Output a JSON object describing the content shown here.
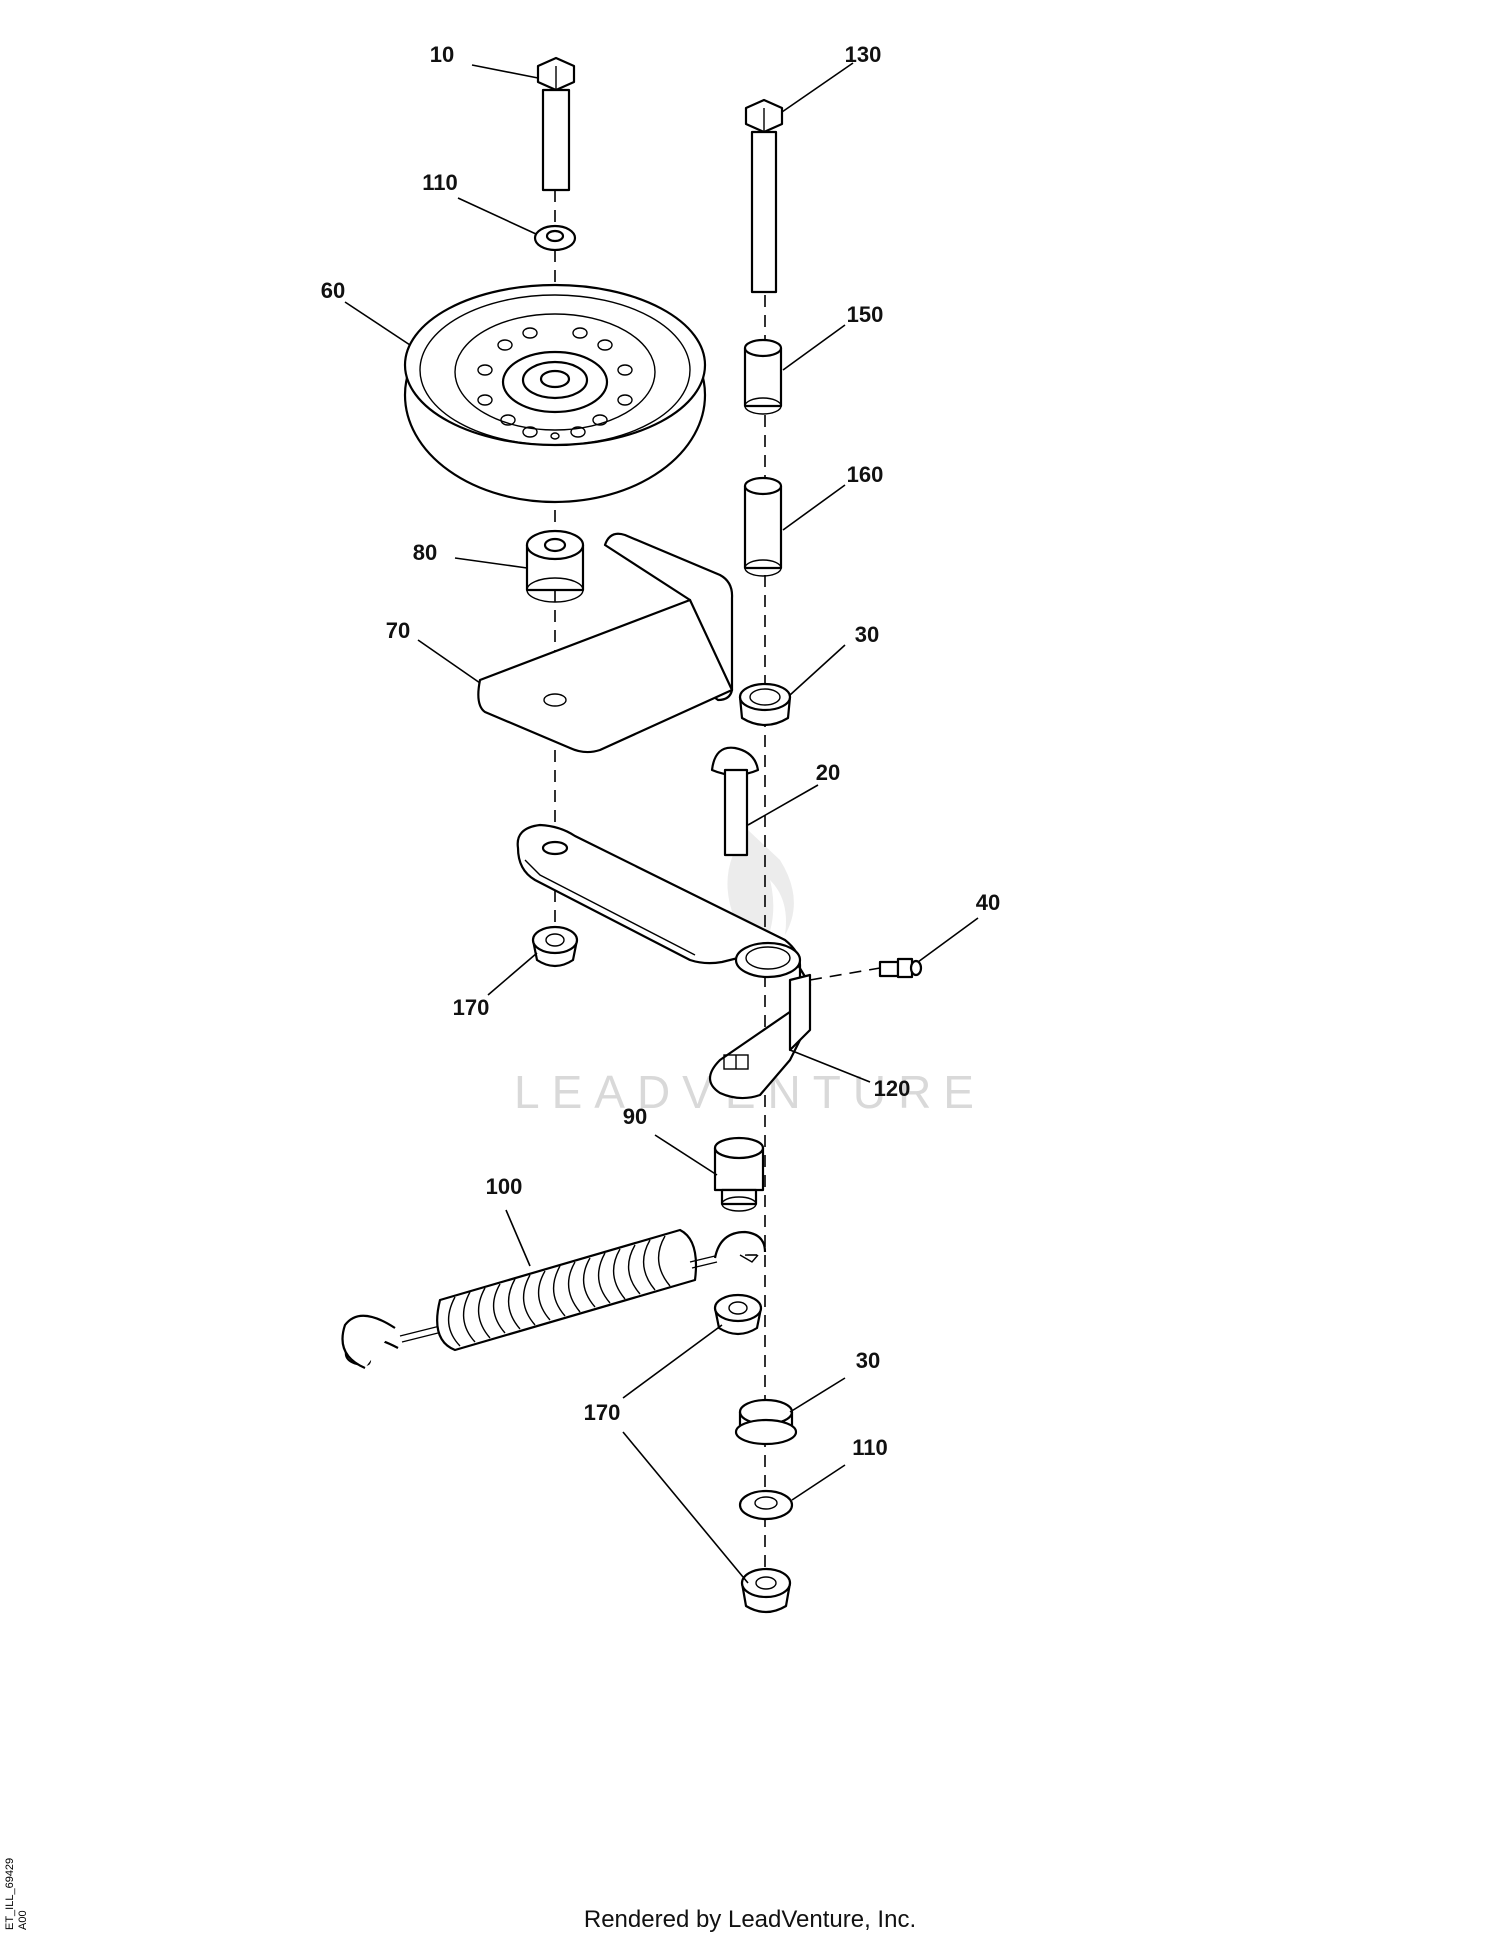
{
  "callouts": {
    "c10": "10",
    "c130": "130",
    "c110a": "110",
    "c60": "60",
    "c150": "150",
    "c160": "160",
    "c80": "80",
    "c70": "70",
    "c30a": "30",
    "c20": "20",
    "c40": "40",
    "c170a": "170",
    "c120": "120",
    "c90": "90",
    "c100": "100",
    "c170b": "170",
    "c30b": "30",
    "c110b": "110"
  },
  "watermark": "LEADVENTURE",
  "side_code": {
    "line1": "ET_ILL_69429",
    "line2": "A00"
  },
  "footer": "Rendered by LeadVenture, Inc."
}
